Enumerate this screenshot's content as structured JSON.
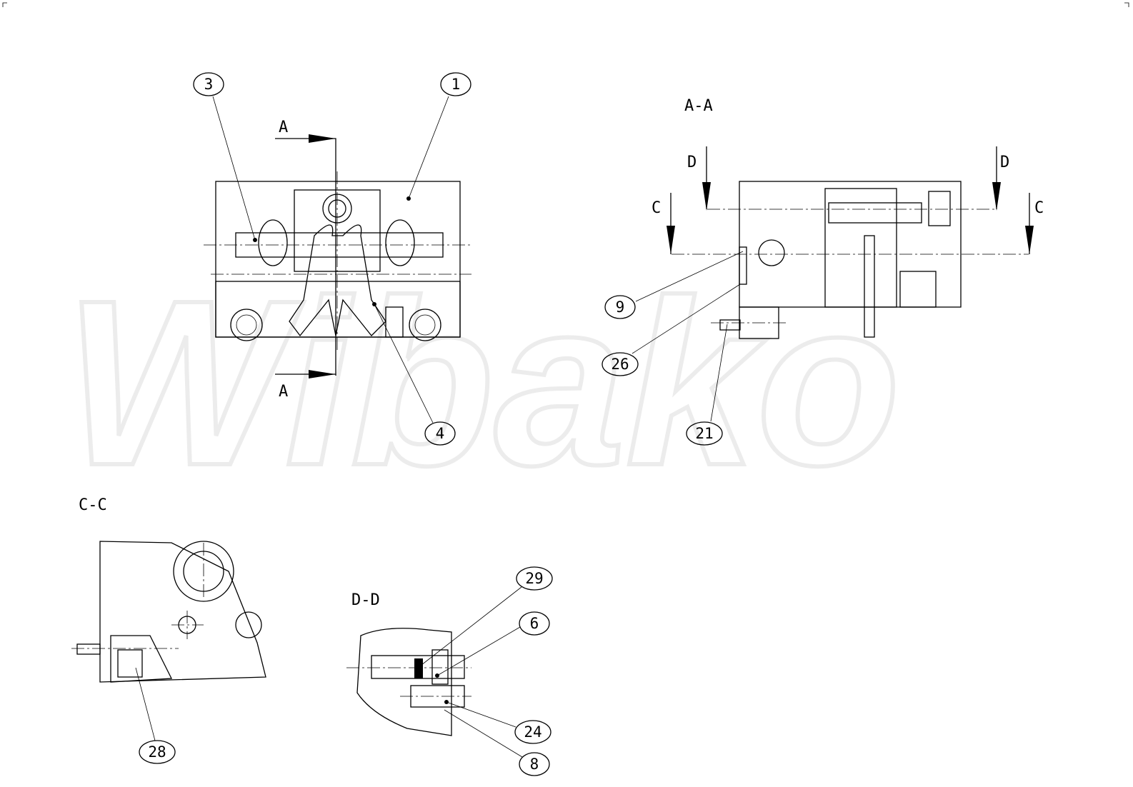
{
  "watermark": "Wibako",
  "views": {
    "section_aa": "A-A",
    "section_cc": "C-C",
    "section_dd": "D-D"
  },
  "cut_markers": {
    "a_top": "A",
    "a_bottom": "A",
    "d_left": "D",
    "d_right": "D",
    "c_left": "C",
    "c_right": "C"
  },
  "balloons": [
    "3",
    "1",
    "4",
    "9",
    "26",
    "21",
    "28",
    "29",
    "6",
    "24",
    "8"
  ]
}
